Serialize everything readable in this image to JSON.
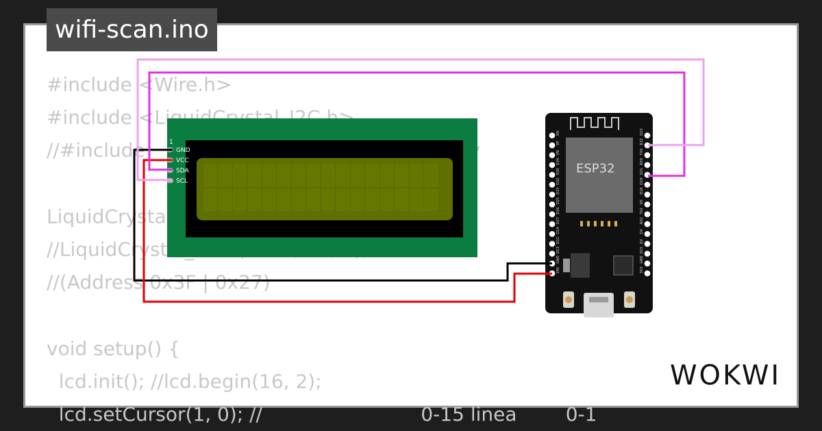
{
  "title": "wifi-scan.ino",
  "code_lines": [
    "#include <Wire.h>",
    "#include <LiquidCrystal_I2C.h>",
    "//#include                                            Library",
    "",
    "LiquidCrystal                                             2",
    "//LiquidCrystal_I2C  (0x27, 16, 2);",
    "//(Address 0x3F | 0x27)",
    "",
    "void setup() {",
    "  lcd.init(); //lcd.begin(16, 2);",
    "  lcd.setCursor(1, 0); //                          0-15 linea        0-1"
  ],
  "lcd": {
    "pin1_marker": "1",
    "pins": [
      "GND",
      "VCC",
      "SDA",
      "SCL"
    ]
  },
  "esp32": {
    "chip_label": "ESP32",
    "left_pins": [
      "EN",
      "VP",
      "VN",
      "D34",
      "D35",
      "D32",
      "D33",
      "D25",
      "D26",
      "D27",
      "D14",
      "D12",
      "D13",
      "GND",
      "VIN"
    ],
    "right_pins": [
      "D23",
      "D22",
      "TX0",
      "RX0",
      "D21",
      "D19",
      "D18",
      "D5",
      "TX2",
      "RX2",
      "D4",
      "D2",
      "D15",
      "GND",
      "3V3"
    ]
  },
  "brand": "WOKWI",
  "colors": {
    "lcd_board": "#0b7d40",
    "lcd_screen": "#5f6f00",
    "wire_gnd": "#000000",
    "wire_vcc": "#e00000",
    "wire_sda": "#e030e0",
    "wire_scl": "#f0a0f0"
  }
}
